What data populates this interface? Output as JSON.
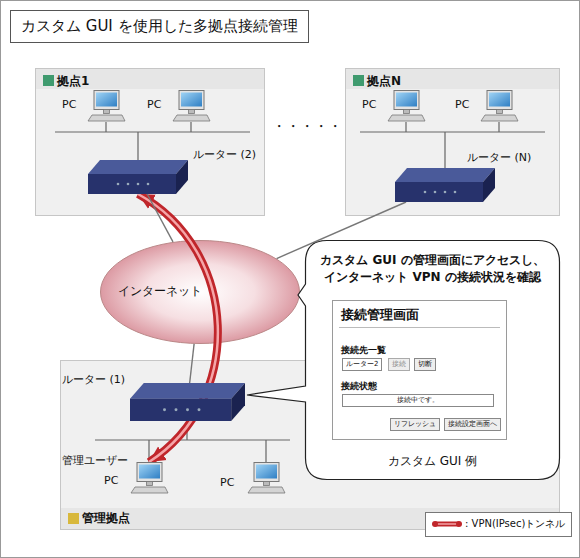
{
  "diagram": {
    "title": "カスタム GUI を使用した多拠点接続管理",
    "nodes": [
      {
        "text": [
          "拠点1"
        ]
      },
      {
        "text": [
          "ルーター (2)"
        ],
        "in": 0
      },
      {
        "text": [
          "拠点N"
        ]
      },
      {
        "text": [
          "ルーター (N)"
        ],
        "in": 2
      },
      {
        "text": [
          "インターネット"
        ]
      },
      {
        "text": [
          "カスタム GUI の管理画面にアクセスし、インターネット VPN の接続状況を確認",
          "カスタム GUI 例"
        ]
      },
      {
        "text": [
          "接続管理画面",
          "接続先一覧",
          "接続状態"
        ],
        "in": 5
      },
      {
        "text": [
          "管理拠点"
        ]
      },
      {
        "text": [
          "ルーター (1)"
        ],
        "in": 7
      },
      {
        "text": [
          "管理ユーザー",
          "PC"
        ],
        "in": 7
      }
    ],
    "edges": [
      {
        "from": 9,
        "to": 1,
        "arrow": "both"
      },
      {
        "from": 1,
        "to": 4,
        "arrow": "none"
      },
      {
        "from": 3,
        "to": 4,
        "arrow": "none"
      },
      {
        "from": 8,
        "to": 4,
        "arrow": "none"
      }
    ],
    "labels": [
      "・・・・・",
      "PC",
      "PC",
      "PC",
      "PC",
      "PC",
      "ルーター2",
      "接続",
      "切断",
      "接続中です。",
      "リフレッシュ",
      "接続設定画面へ"
    ],
    "legend": [
      {
        "text": ": VPN(IPsec)トンネル"
      }
    ]
  }
}
